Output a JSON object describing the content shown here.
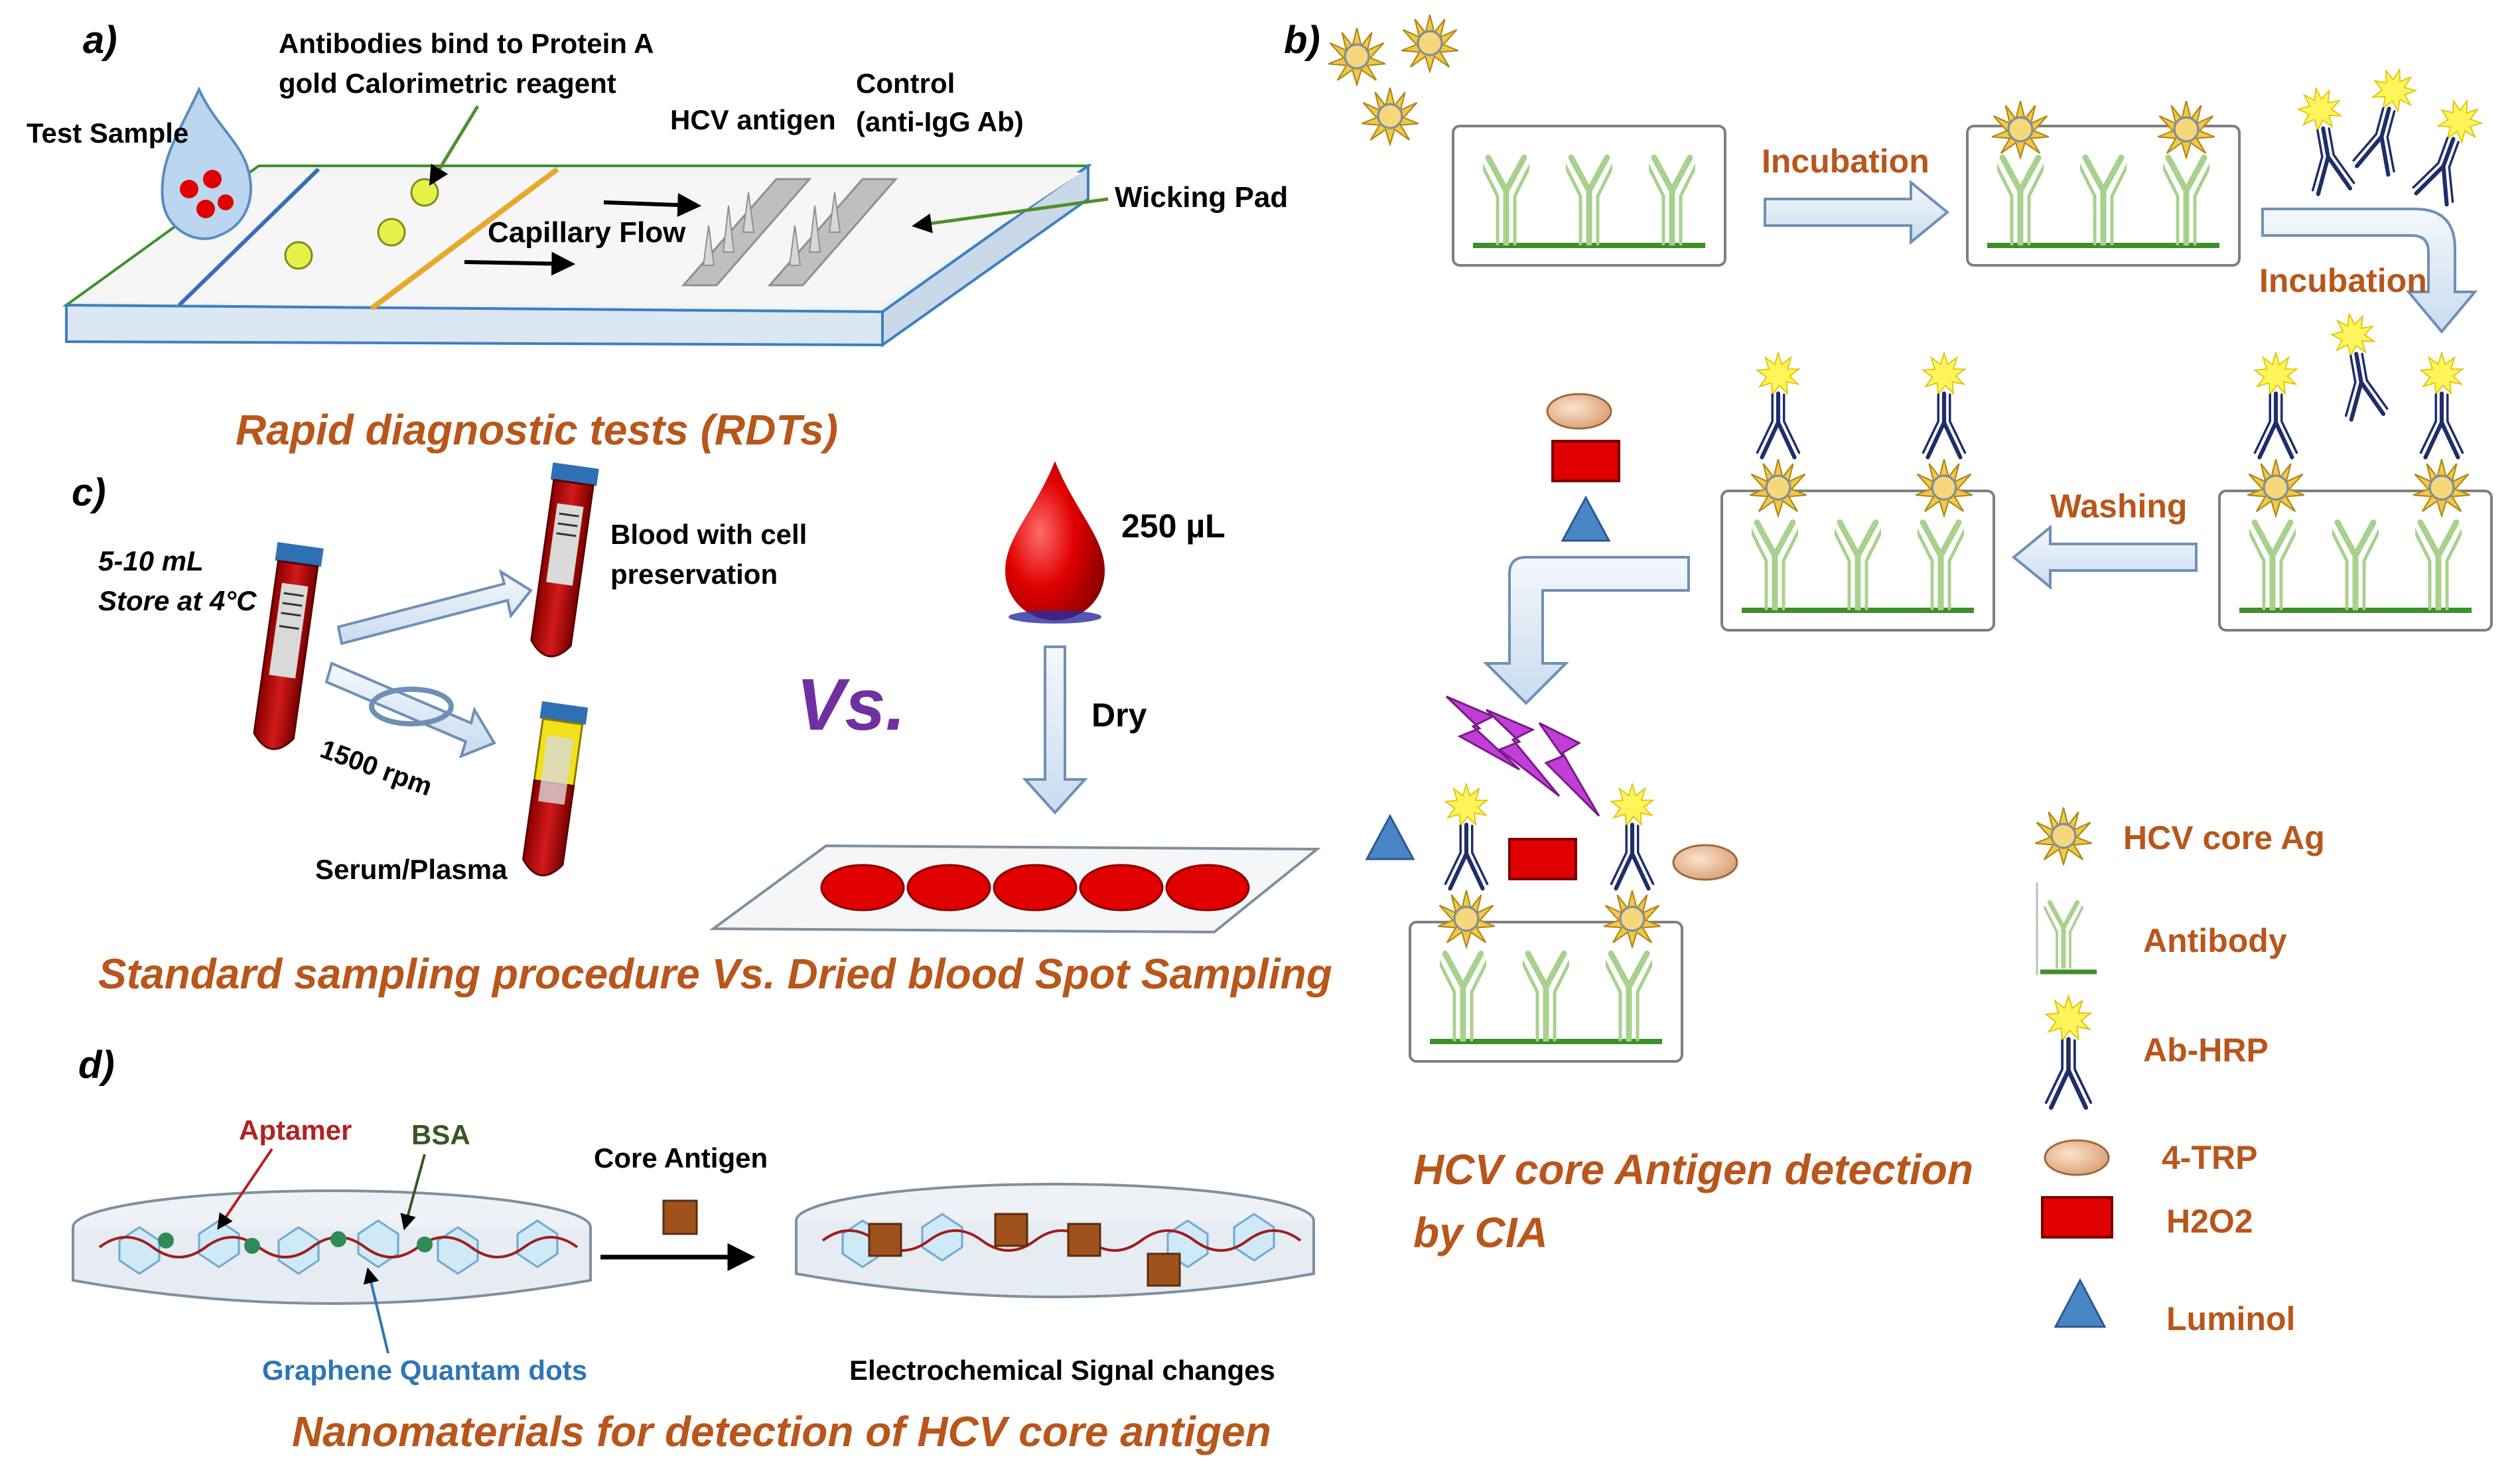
{
  "colors": {
    "orange_title": "#b8561b",
    "purple_vs": "#7030a0",
    "green_antibody": "#a9d18e",
    "green_base": "#3f8f2b",
    "navy_hrp": "#1f2d6b",
    "yellow_star": "#ffe600",
    "red_blood": "#e00000",
    "arrow_fill": "#dce9f5",
    "arrow_stroke": "#6f8fb7"
  },
  "panel_a": {
    "label": "a)",
    "test_sample": "Test Sample",
    "antibodies_line1": "Antibodies bind to Protein A",
    "antibodies_line2": "gold Calorimetric reagent",
    "hcv_antigen": "HCV antigen",
    "control_line1": "Control",
    "control_line2": "(anti-IgG Ab)",
    "wicking_pad": "Wicking Pad",
    "capillary_flow": "Capillary Flow",
    "title": "Rapid diagnostic tests (RDTs)"
  },
  "panel_b": {
    "label": "b)",
    "step_incubation_1": "Incubation",
    "step_incubation_2": "Incubation",
    "step_washing": "Washing",
    "title_line1": "HCV core Antigen detection",
    "title_line2": "by CIA",
    "legend": [
      {
        "icon": "star-antigen-icon",
        "label": "HCV core Ag"
      },
      {
        "icon": "antibody-icon",
        "label": "Antibody"
      },
      {
        "icon": "ab-hrp-icon",
        "label": "Ab-HRP"
      },
      {
        "icon": "ellipse-icon",
        "label": "4-TRP"
      },
      {
        "icon": "rectangle-icon",
        "label": "H2O2"
      },
      {
        "icon": "triangle-icon",
        "label": "Luminol"
      }
    ]
  },
  "panel_c": {
    "label": "c)",
    "volume_line1": "5-10 mL",
    "volume_line2": "Store at 4°C",
    "blood_cell_line1": "Blood with cell",
    "blood_cell_line2": "preservation",
    "rpm": "1500 rpm",
    "serum": "Serum/Plasma",
    "vs": "Vs.",
    "drop_volume": "250 µL",
    "dry": "Dry",
    "title": "Standard sampling procedure Vs. Dried blood Spot Sampling"
  },
  "panel_d": {
    "label": "d)",
    "aptamer": "Aptamer",
    "bsa": "BSA",
    "core_antigen": "Core Antigen",
    "gqd": "Graphene Quantam dots",
    "signal": "Electrochemical Signal changes",
    "title": "Nanomaterials for detection of HCV core antigen"
  }
}
